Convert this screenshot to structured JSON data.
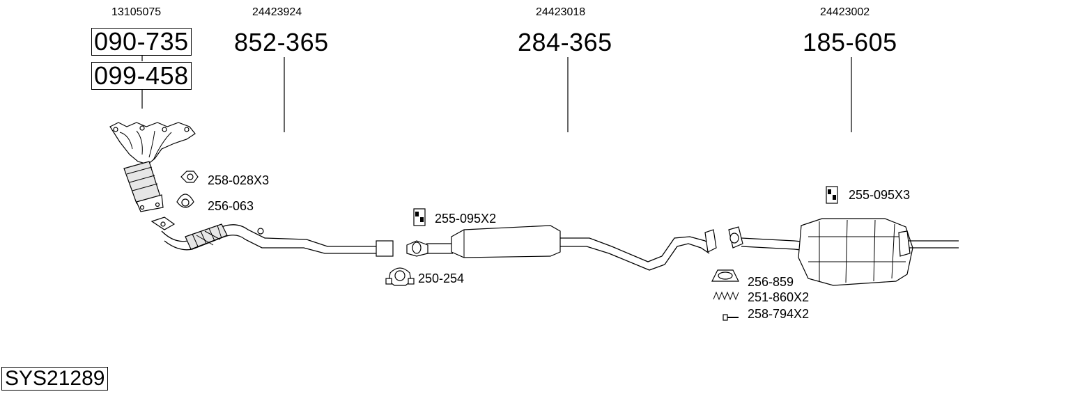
{
  "references": {
    "manifold_oe": "13105075",
    "front_pipe_oe": "24423924",
    "middle_silencer_oe": "24423018",
    "rear_silencer_oe": "24423002"
  },
  "part_numbers": {
    "manifold_1": "090-735",
    "manifold_2": "099-458",
    "front_pipe": "852-365",
    "middle_silencer": "284-365",
    "rear_silencer": "185-605"
  },
  "fittings": {
    "nut": "258-028X3",
    "gasket_manifold": "256-063",
    "rubber_mount_middle": "255-095X2",
    "clamp": "250-254",
    "rubber_mount_rear": "255-095X3",
    "ring_gasket": "256-859",
    "spring": "251-860X2",
    "bolt": "258-794X2"
  },
  "system_id": "SYS21289"
}
